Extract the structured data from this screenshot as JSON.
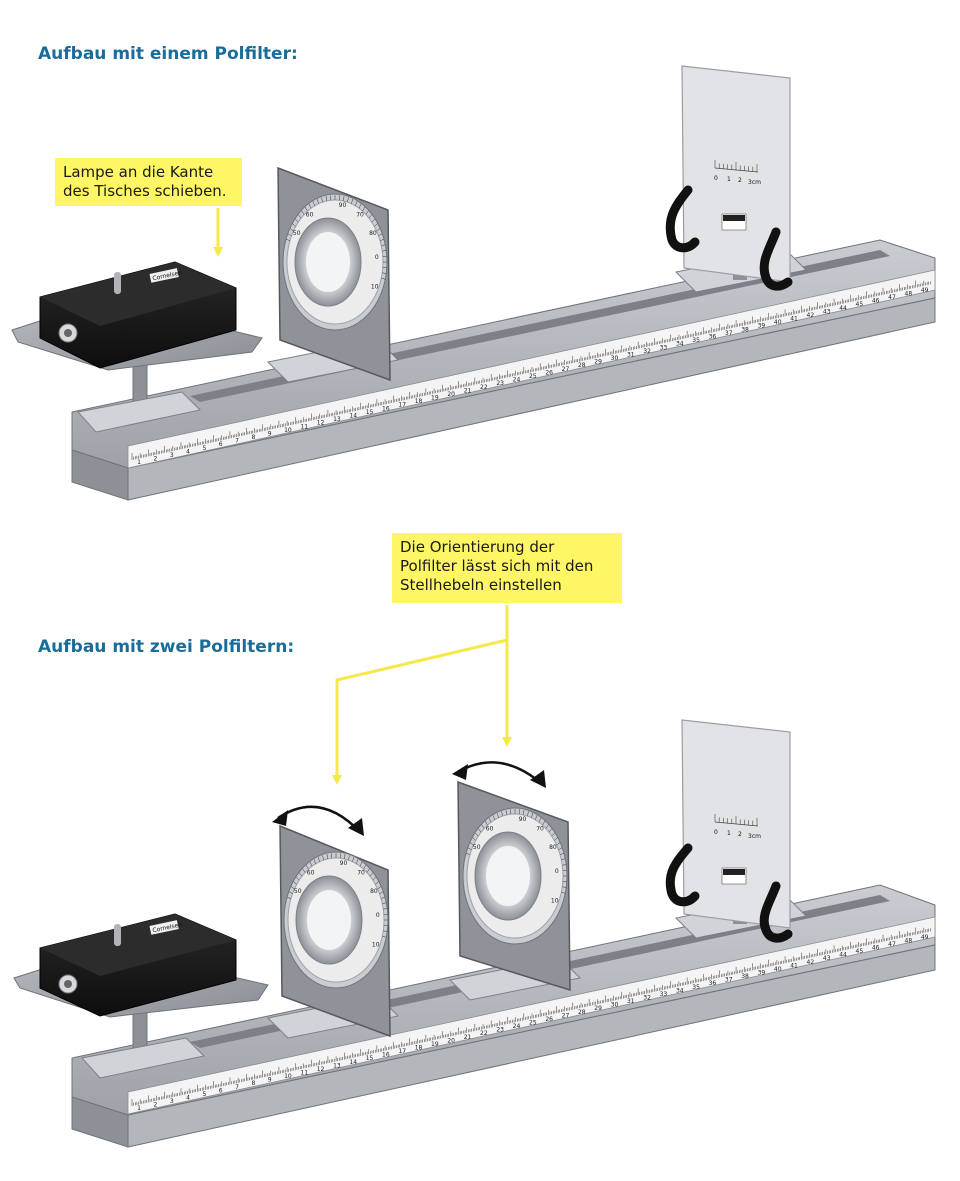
{
  "section1": {
    "heading": "Aufbau mit einem Polfilter:",
    "callout": {
      "line1": "Lampe an die Kante",
      "line2": "des Tisches schieben."
    }
  },
  "section2": {
    "heading": "Aufbau mit zwei Polfiltern:",
    "callout": {
      "line1": "Die Orientierung der",
      "line2": "Polfilter lässt sich mit den",
      "line3": "Stellhebeln einstellen"
    }
  },
  "rail_scale": {
    "labels": [
      "1",
      "2",
      "3",
      "4",
      "5",
      "6",
      "7",
      "8",
      "9",
      "10",
      "11",
      "12",
      "13",
      "14",
      "15",
      "16",
      "17",
      "18",
      "19",
      "20",
      "21",
      "22",
      "23",
      "24",
      "25",
      "26",
      "27",
      "28",
      "29",
      "30",
      "31",
      "32",
      "33",
      "34",
      "35",
      "36",
      "37",
      "38",
      "39",
      "40",
      "41",
      "42",
      "43",
      "44",
      "45",
      "46",
      "47",
      "48",
      "49"
    ]
  },
  "polfilter_dial": {
    "labels": [
      "50",
      "60",
      "90",
      "70",
      "80",
      "0",
      "10"
    ]
  },
  "screen": {
    "scale_labels": [
      "0",
      "1",
      "2",
      "3cm"
    ]
  },
  "brand": "Cornelsen",
  "colors": {
    "heading": "#1a6d9a",
    "callout": "#fff666",
    "arrow": "#f5e94a",
    "rail": "#a9adb3"
  }
}
